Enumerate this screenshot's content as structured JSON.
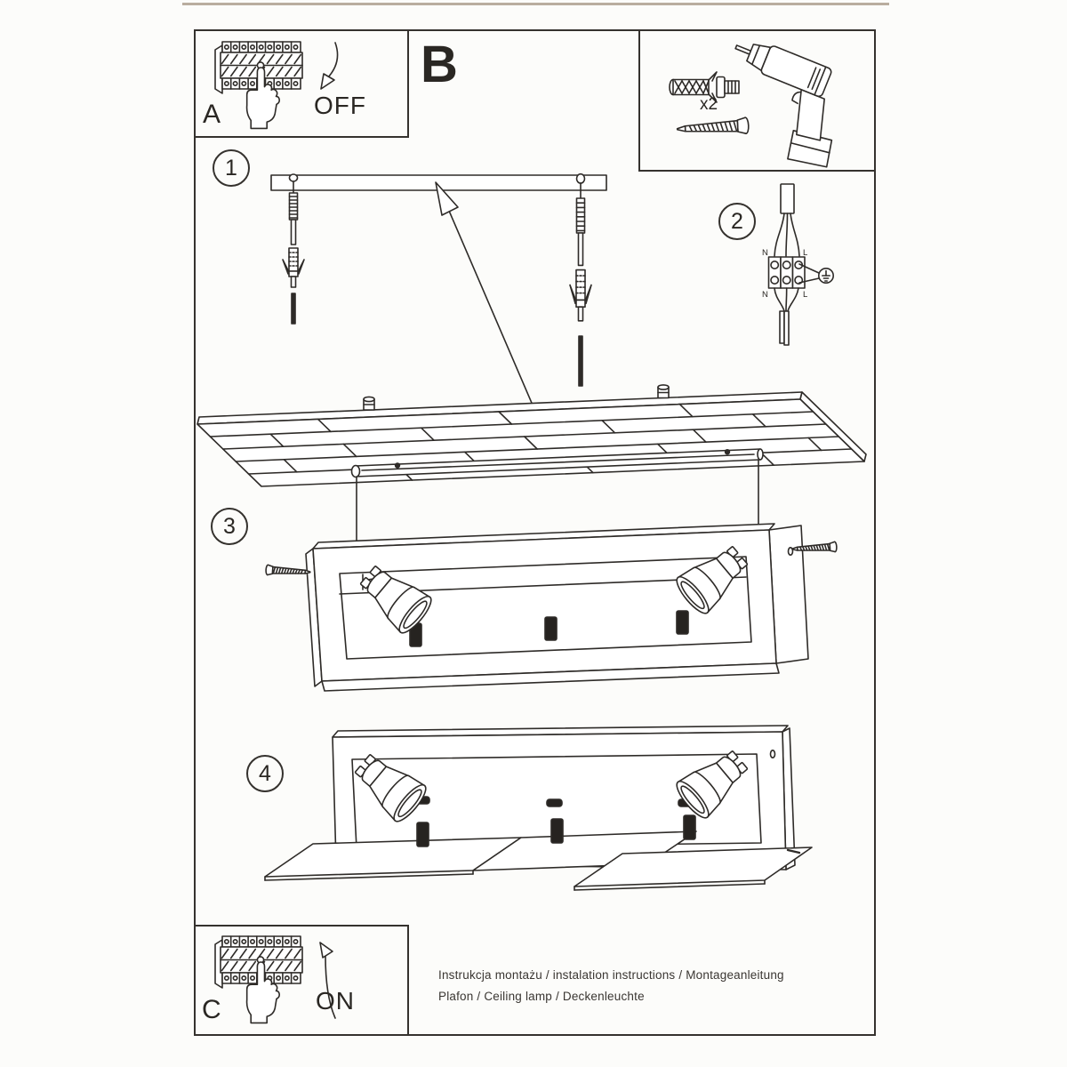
{
  "colors": {
    "ink": "#2e2b28",
    "background": "#fcfcfa",
    "top_edge": "#b9ad9f"
  },
  "panel_a": {
    "label": "A",
    "state": "OFF"
  },
  "section_b": {
    "label": "B"
  },
  "parts_box": {
    "quantity_label": "x2"
  },
  "step1": {
    "number": "1"
  },
  "step2": {
    "number": "2",
    "terminals": {
      "top_left": "N",
      "top_right": "L",
      "bottom_left": "N",
      "bottom_right": "L"
    }
  },
  "step3": {
    "number": "3"
  },
  "step4": {
    "number": "4"
  },
  "panel_c": {
    "label": "C",
    "state": "ON"
  },
  "footer": {
    "line1": "Instrukcja montażu / instalation instructions / Montageanleitung",
    "line2": "Plafon / Ceiling lamp / Deckenleuchte"
  }
}
